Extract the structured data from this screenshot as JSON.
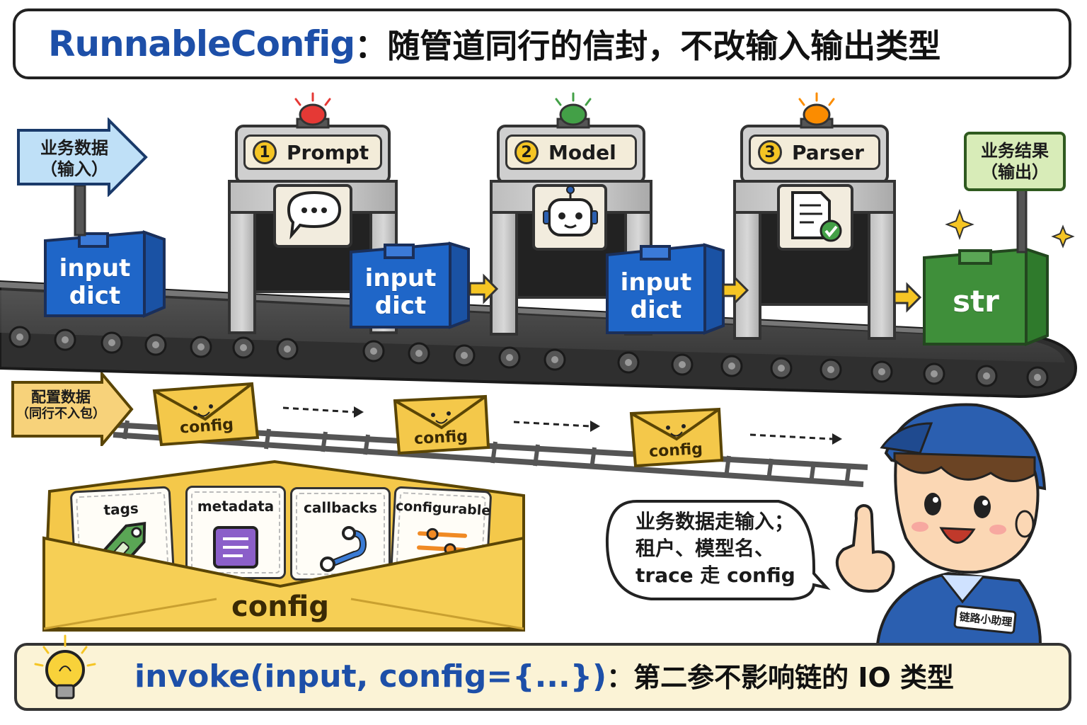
{
  "title": {
    "main": "RunnableConfig",
    "rest": "：随管道同行的信封，不改输入输出类型"
  },
  "signs": {
    "business_in": {
      "line1": "业务数据",
      "line2": "（输入）"
    },
    "business_out": {
      "line1": "业务结果",
      "line2": "（输出）"
    },
    "config_data": {
      "line1": "配置数据",
      "line2": "（同行不入包）"
    }
  },
  "stations": [
    {
      "step": "1",
      "label": "Prompt",
      "icon": "speech-bubble-icon",
      "lamp_color": "#e53935"
    },
    {
      "step": "2",
      "label": "Model",
      "icon": "robot-icon",
      "lamp_color": "#43a047"
    },
    {
      "step": "3",
      "label": "Parser",
      "icon": "document-check-icon",
      "lamp_color": "#fb8c00"
    }
  ],
  "boxes": [
    {
      "line1": "input",
      "line2": "dict"
    },
    {
      "line1": "input",
      "line2": "dict"
    },
    {
      "line1": "input",
      "line2": "dict"
    },
    {
      "line1": "str",
      "line2": ""
    }
  ],
  "envelopes": [
    "config",
    "config",
    "config"
  ],
  "config_pouch": {
    "label": "config",
    "cards": [
      {
        "label": "tags",
        "icon": "tag-icon"
      },
      {
        "label": "metadata",
        "icon": "document-icon"
      },
      {
        "label": "callbacks",
        "icon": "hook-icon"
      },
      {
        "label": "configurable",
        "icon": "sliders-icon"
      }
    ]
  },
  "speech": {
    "line1": "业务数据走输入；",
    "line2": "租户、模型名、",
    "line3": "trace 走 config"
  },
  "helper": {
    "badge": "链路小助理"
  },
  "bottom": {
    "code": "invoke(input, config={...})",
    "desc": "：第二参不影响链的 IO 类型"
  },
  "colors": {
    "title_blue": "#1d4fa8",
    "box_blue": "#1f66c8",
    "box_green": "#3f8f3a",
    "envelope_yellow": "#f4c84a",
    "sign_blue": "#bfe0f7",
    "sign_green": "#d8ecb8",
    "sign_yellow": "#f7d27a"
  }
}
